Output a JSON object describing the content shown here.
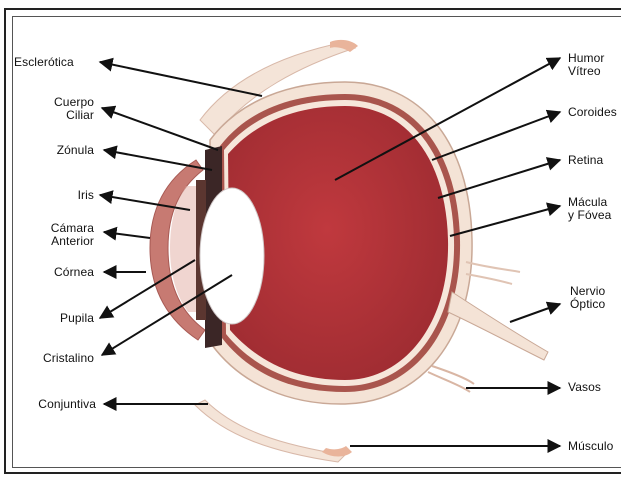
{
  "diagram": {
    "labels_left": {
      "esclerotica": "Esclerótica",
      "cuerpo_ciliar": [
        "Cuerpo",
        "Ciliar"
      ],
      "zonula": "Zónula",
      "iris": "Iris",
      "camara_anterior": [
        "Cámara",
        "Anterior"
      ],
      "cornea": "Córnea",
      "pupila": "Pupila",
      "cristalino": "Cristalino",
      "conjuntiva": "Conjuntiva"
    },
    "labels_right": {
      "humor_vitreo": [
        "Humor",
        "Vítreo"
      ],
      "coroides": "Coroides",
      "retina": "Retina",
      "macula_fovea": [
        "Mácula",
        "y Fóvea"
      ],
      "nervio_optico": [
        "Nervio",
        "Óptico"
      ],
      "vasos": "Vasos",
      "musculo": "Músculo"
    },
    "colors": {
      "vitreous": "#b8353b",
      "sclera": "#f3e2d6",
      "choroid": "#a24a44",
      "lens": "#ffffff",
      "iris": "#3a2a2a",
      "cornea": "#c2716b",
      "arrow": "#111111"
    }
  }
}
